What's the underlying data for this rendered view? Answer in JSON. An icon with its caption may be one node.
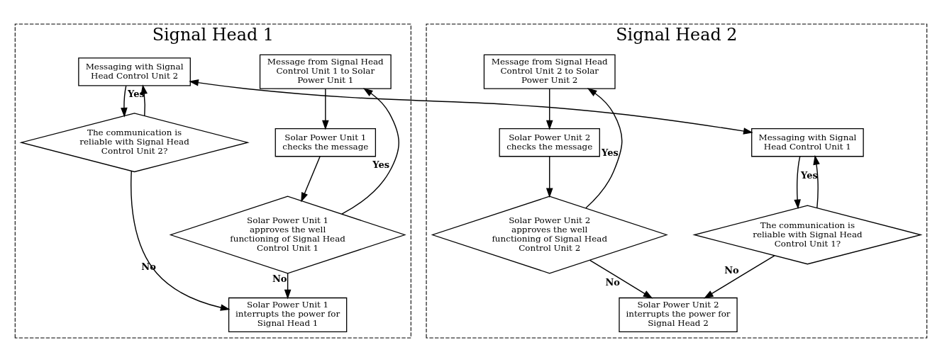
{
  "diagram": {
    "nodes": [
      {
        "text": [
          "Signal Head 1"
        ]
      },
      {
        "text": [
          "Message from Signal Head Control Unit 1 to Solar Power Unit 1"
        ],
        "in": 0
      },
      {
        "text": [
          "Solar Power Unit 1 checks the message"
        ],
        "in": 0
      },
      {
        "text": [
          "Solar Power Unit 1 approves the well functioning of Signal Head Control Unit 1"
        ],
        "in": 0
      },
      {
        "text": [
          "Solar Power Unit 1 interrupts the power for Signal Head 1"
        ],
        "in": 0
      },
      {
        "text": [
          "Messaging with Signal Head Control Unit 2"
        ],
        "in": 0
      },
      {
        "text": [
          "The communication is reliable with Signal Head Control Unit 2?"
        ],
        "in": 0
      },
      {
        "text": [
          "Signal Head 2"
        ]
      },
      {
        "text": [
          "Messaging with Signal Head Control Unit 1"
        ],
        "in": 7
      },
      {
        "text": [
          "The communication is reliable with Signal Head Control Unit 1?"
        ],
        "in": 7
      },
      {
        "text": [
          "Message from Signal Head Control Unit 2 to Solar Power Unit 2"
        ],
        "in": 7
      },
      {
        "text": [
          "Solar Power Unit 2 checks the message"
        ],
        "in": 7
      },
      {
        "text": [
          "Solar Power Unit 2 approves the well functioning of Signal Head Control Unit 2"
        ],
        "in": 7
      },
      {
        "text": [
          "Solar Power Unit 2 interrupts the power for Signal Head 2"
        ],
        "in": 7
      }
    ],
    "edges": [
      {
        "from": 1,
        "to": 2,
        "arrow": "to"
      },
      {
        "from": 2,
        "to": 3,
        "arrow": "to"
      },
      {
        "from": 3,
        "to": 1,
        "arrow": "to",
        "label": "Yes"
      },
      {
        "from": 3,
        "to": 4,
        "arrow": "to",
        "label": "No"
      },
      {
        "from": 5,
        "to": 6,
        "arrow": "to"
      },
      {
        "from": 6,
        "to": 5,
        "arrow": "to",
        "label": "Yes"
      },
      {
        "from": 6,
        "to": 4,
        "arrow": "to",
        "label": "No"
      },
      {
        "from": 5,
        "to": 8,
        "arrow": "both"
      },
      {
        "from": 8,
        "to": 9,
        "arrow": "to"
      },
      {
        "from": 9,
        "to": 8,
        "arrow": "to",
        "label": "Yes"
      },
      {
        "from": 9,
        "to": 13,
        "arrow": "to",
        "label": "No"
      },
      {
        "from": 10,
        "to": 11,
        "arrow": "to"
      },
      {
        "from": 11,
        "to": 12,
        "arrow": "to"
      },
      {
        "from": 12,
        "to": 10,
        "arrow": "to",
        "label": "Yes"
      },
      {
        "from": 12,
        "to": 13,
        "arrow": "to",
        "label": "No"
      }
    ]
  }
}
